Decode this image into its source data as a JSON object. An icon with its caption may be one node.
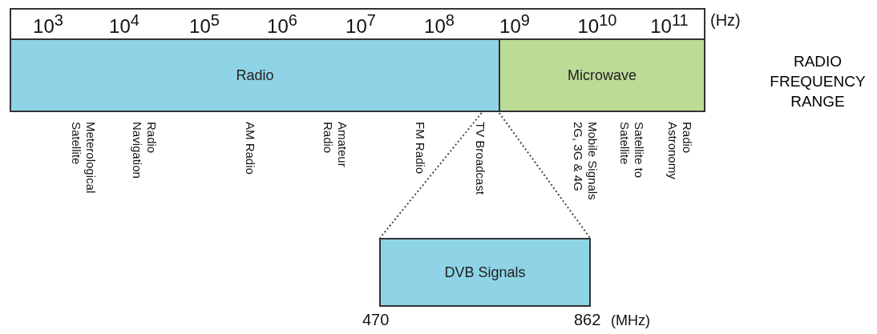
{
  "diagram": {
    "nodes": [
      {
        "text": [
          "Radio"
        ]
      },
      {
        "text": [
          "Microwave"
        ]
      },
      {
        "text": [
          "DVB Signals"
        ]
      }
    ],
    "edges": [
      {
        "from": 0,
        "to": 2,
        "arrow": "none",
        "style": "dashed"
      },
      {
        "from": 0,
        "to": 2,
        "arrow": "none",
        "style": "dashed"
      }
    ],
    "labels": [
      "10$^{3}$",
      "10$^{4}$",
      "10$^{5}$",
      "10$^{6}$",
      "10$^{7}$",
      "10$^{8}$",
      "10$^{9}$",
      "10$^{10}$",
      "10$^{11}$",
      "(Hz)",
      "RADIO FREQUENCY RANGE",
      "Meterological Satellite",
      "Radio Navigation",
      "AM Radio",
      "Amateur Radio",
      "FM Radio",
      "TV Broadcast",
      "Mobile Signals 2G, 3G & 4G",
      "Satellite to Satellite",
      "Radio Astronomy",
      "470",
      "862",
      "(MHz)"
    ]
  }
}
